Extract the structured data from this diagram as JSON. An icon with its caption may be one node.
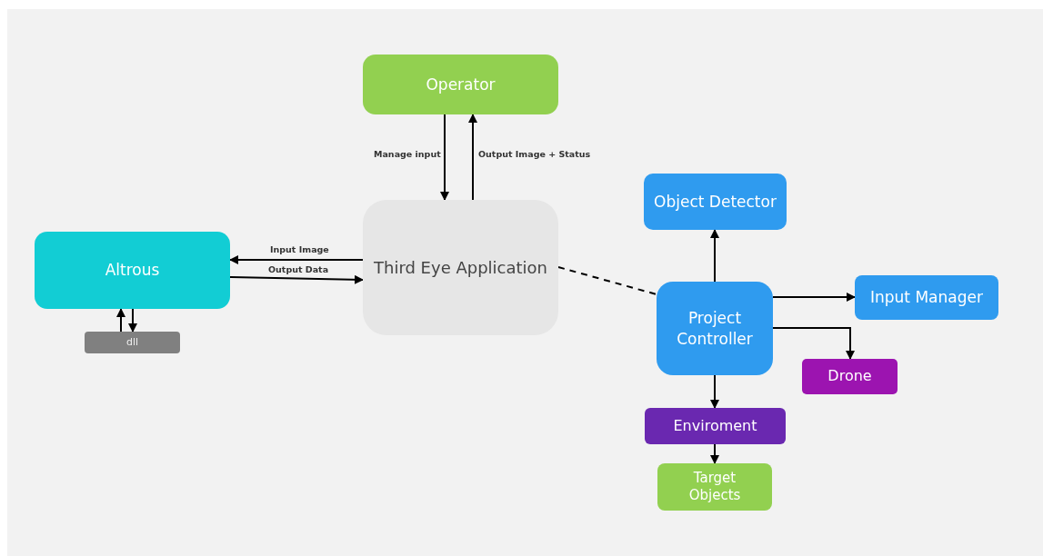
{
  "diagram": {
    "nodes": [
      {
        "text": [
          "Operator"
        ]
      },
      {
        "text": [
          "Third Eye Application"
        ]
      },
      {
        "text": [
          "Altrous"
        ]
      },
      {
        "text": [
          "dll"
        ]
      },
      {
        "text": [
          "Object Detector"
        ]
      },
      {
        "text": [
          "Project Controller"
        ]
      },
      {
        "text": [
          "Input Manager"
        ]
      },
      {
        "text": [
          "Drone"
        ]
      },
      {
        "text": [
          "Enviroment"
        ]
      },
      {
        "text": [
          "Target Objects"
        ]
      }
    ],
    "edges": [
      {
        "from": 0,
        "to": 1,
        "arrow": "to",
        "label": "Manage input"
      },
      {
        "from": 1,
        "to": 0,
        "arrow": "to",
        "label": "Output Image + Status"
      },
      {
        "from": 1,
        "to": 2,
        "arrow": "to",
        "label": "Input Image"
      },
      {
        "from": 2,
        "to": 1,
        "arrow": "to",
        "label": "Output Data"
      },
      {
        "from": 2,
        "to": 3,
        "arrow": "to"
      },
      {
        "from": 3,
        "to": 2,
        "arrow": "to"
      },
      {
        "from": 1,
        "to": 5,
        "arrow": "none",
        "style": "dashed"
      },
      {
        "from": 5,
        "to": 4,
        "arrow": "to"
      },
      {
        "from": 5,
        "to": 6,
        "arrow": "to"
      },
      {
        "from": 5,
        "to": 7,
        "arrow": "to"
      },
      {
        "from": 5,
        "to": 8,
        "arrow": "to"
      },
      {
        "from": 8,
        "to": 9,
        "arrow": "to"
      }
    ]
  }
}
